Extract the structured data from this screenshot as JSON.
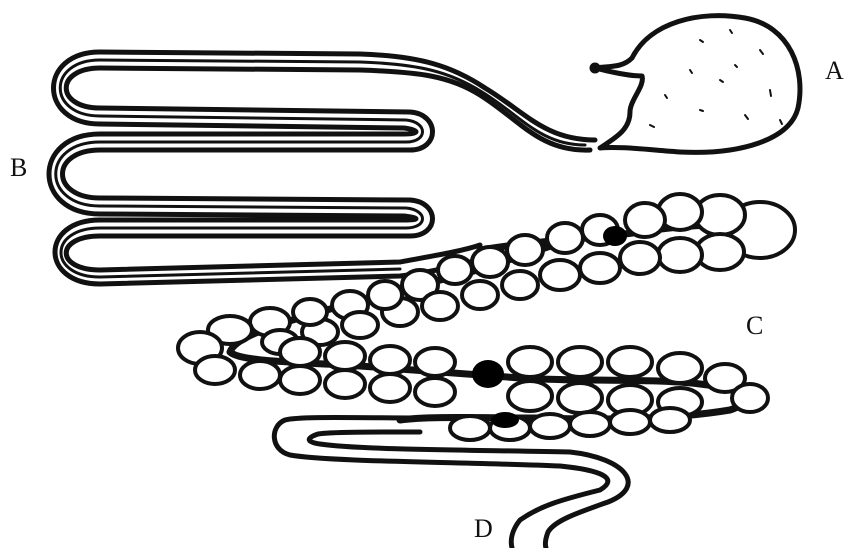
{
  "labels": {
    "a": "A",
    "b": "B",
    "c": "C",
    "d": "D"
  },
  "colors": {
    "ink": "#111111",
    "fill": "#ffffff",
    "dark": "#000000"
  }
}
